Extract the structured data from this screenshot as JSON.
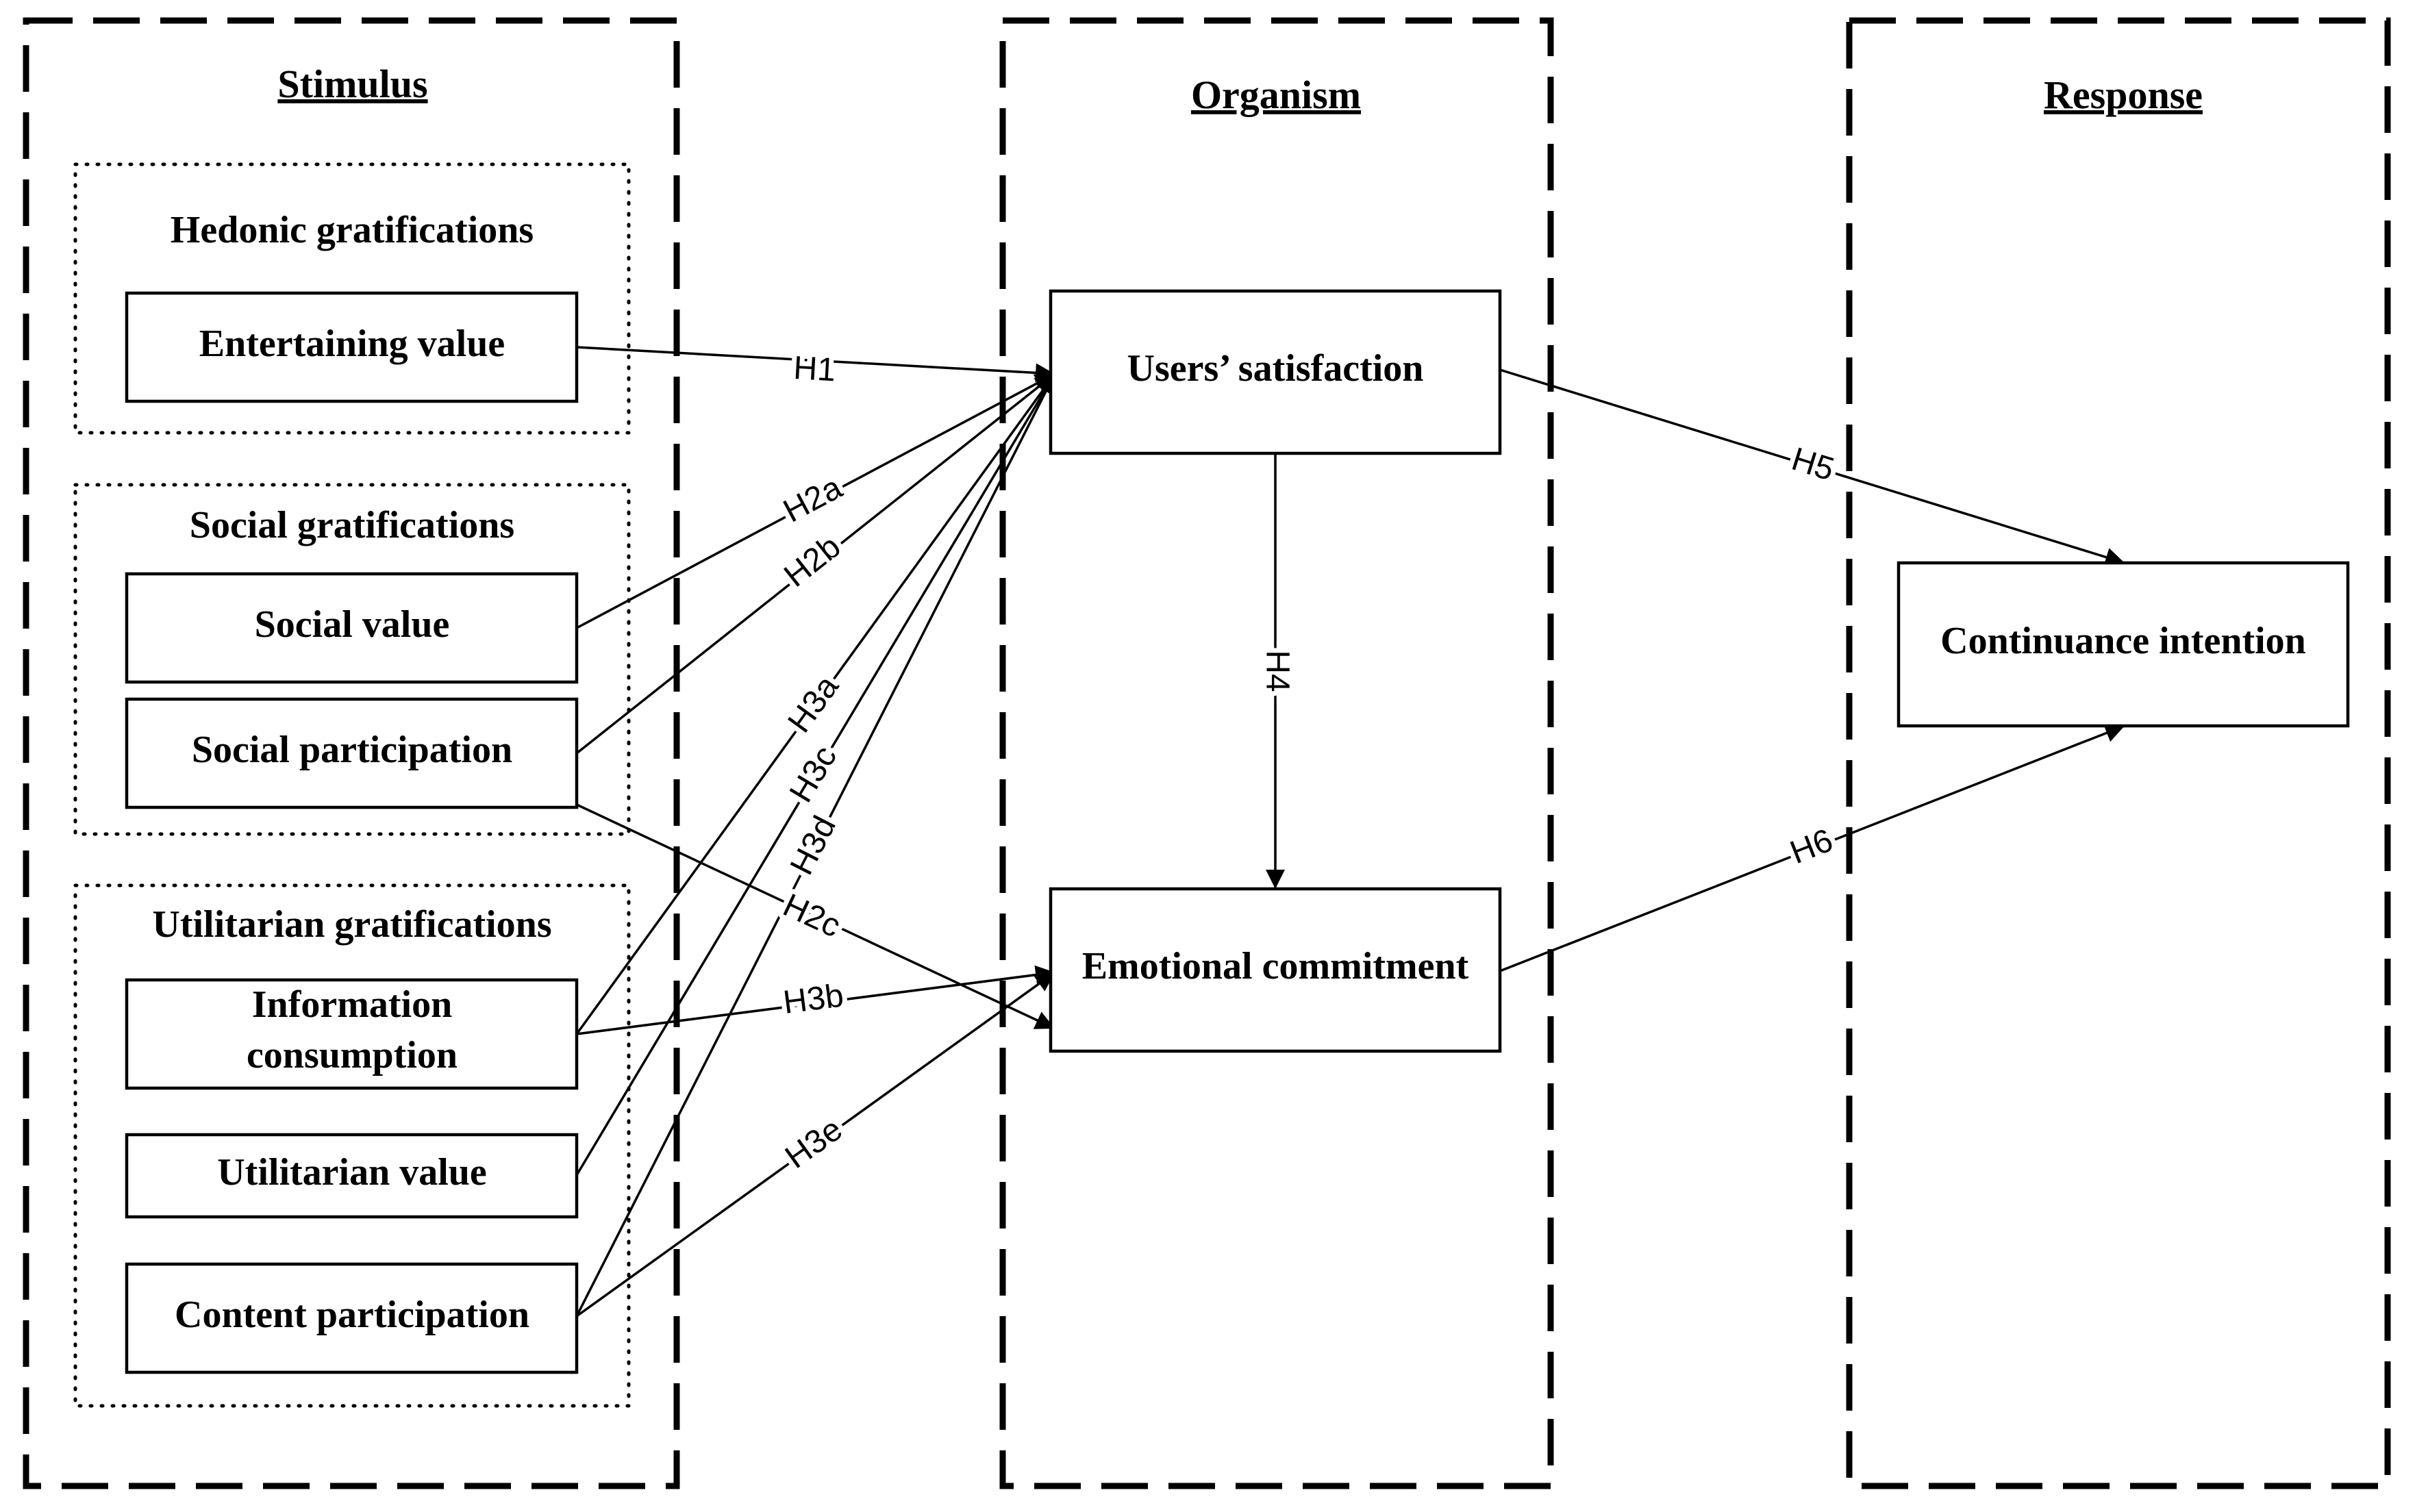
{
  "panels": {
    "stimulus": "Stimulus",
    "organism": "Organism",
    "response": "Response"
  },
  "groups": {
    "hedonic": "Hedonic gratifications",
    "social": "Social gratifications",
    "utilitarian": "Utilitarian gratifications"
  },
  "nodes": {
    "entertaining_value": "Entertaining value",
    "social_value": "Social value",
    "social_participation": "Social participation",
    "information_consumption_line1": "Information",
    "information_consumption_line2": "consumption",
    "utilitarian_value": "Utilitarian value",
    "content_participation": "Content participation",
    "users_satisfaction": "Users’ satisfaction",
    "emotional_commitment": "Emotional commitment",
    "continuance_intention": "Continuance intention"
  },
  "hypotheses": {
    "h1": "H1",
    "h2a": "H2a",
    "h2b": "H2b",
    "h2c": "H2c",
    "h3a": "H3a",
    "h3b": "H3b",
    "h3c": "H3c",
    "h3d": "H3d",
    "h3e": "H3e",
    "h4": "H4",
    "h5": "H5",
    "h6": "H6"
  }
}
